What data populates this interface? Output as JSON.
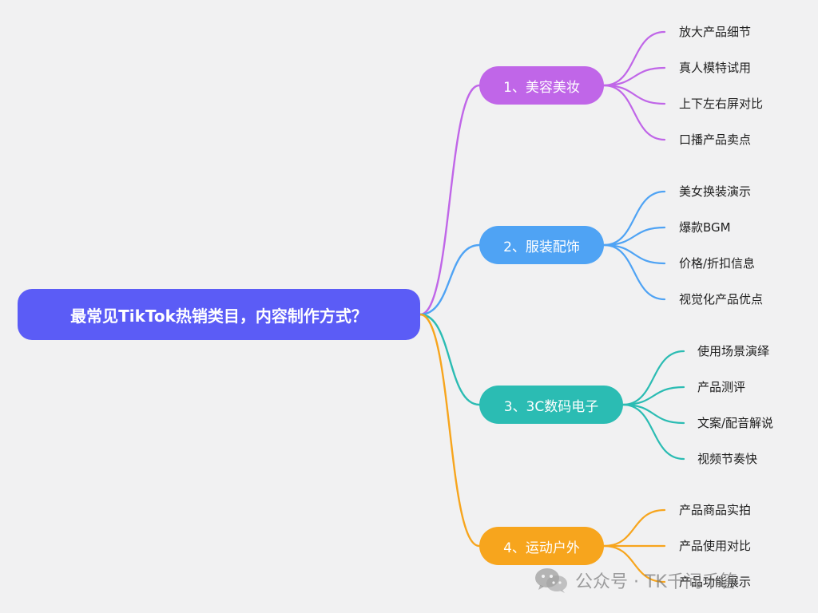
{
  "colors": {
    "background": "#f1f1f2",
    "root": "#5b5cf6",
    "branch_1": "#c066e8",
    "branch_2": "#4fa3f4",
    "branch_3": "#2bbcb3",
    "branch_4": "#f7a51d"
  },
  "root": {
    "label": "最常见TikTok热销类目，内容制作方式？"
  },
  "branches": [
    {
      "label": "1、美容美妆",
      "leaves": [
        "放大产品细节",
        "真人模特试用",
        "上下左右屏对比",
        "口播产品卖点"
      ]
    },
    {
      "label": "2、服装配饰",
      "leaves": [
        "美女换装演示",
        "爆款BGM",
        "价格/折扣信息",
        "视觉化产品优点"
      ]
    },
    {
      "label": "3、3C数码电子",
      "leaves": [
        "使用场景演绎",
        "产品测评",
        "文案/配音解说",
        "视频节奏快"
      ]
    },
    {
      "label": "4、运动户外",
      "leaves": [
        "产品商品实拍",
        "产品使用对比",
        "产品功能展示"
      ]
    }
  ],
  "watermark": {
    "icon": "wechat-icon",
    "text": "公众号 · TK千问千答"
  }
}
